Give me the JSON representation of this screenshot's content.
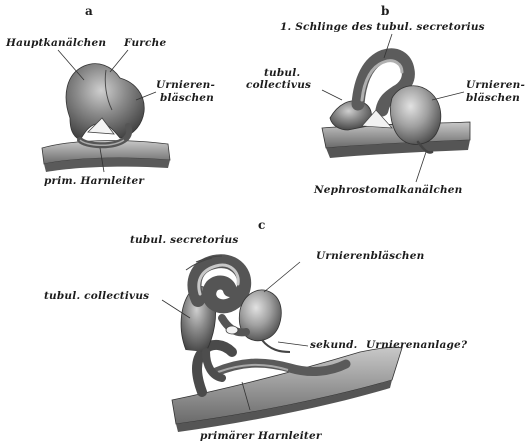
{
  "panels": [
    {
      "letter": "a",
      "labels": {
        "hauptkanalchen": "Hauptkanälchen",
        "furche": "Furche",
        "urnieren_1": "Urnieren-",
        "urnieren_2": "bläschen",
        "harnleiter": "prim. Harnleiter"
      }
    },
    {
      "letter": "b",
      "labels": {
        "schlinge": "1. Schlinge des tubul. secretorius",
        "collectivus_1": "tubul.",
        "collectivus_2": "collectivus",
        "urnieren_1": "Urnieren-",
        "urnieren_2": "bläschen",
        "nephrostomal": "Nephrostomalkanälchen"
      }
    },
    {
      "letter": "c",
      "labels": {
        "secretorius": "tubul. secretorius",
        "urnierenblaschen": "Urnierenbläschen",
        "collectivus": "tubul. collectivus",
        "sekund": "sekund.",
        "urnierenanlage": "Urnierenanlage?",
        "primarer": "primärer Harnleiter"
      }
    }
  ],
  "colors": {
    "tissue_dark": "#4a4a4a",
    "tissue_mid": "#7a7a7a",
    "tissue_light": "#b8b8b8",
    "highlight": "#d9d9d9",
    "ink": "#1c1c1c"
  }
}
